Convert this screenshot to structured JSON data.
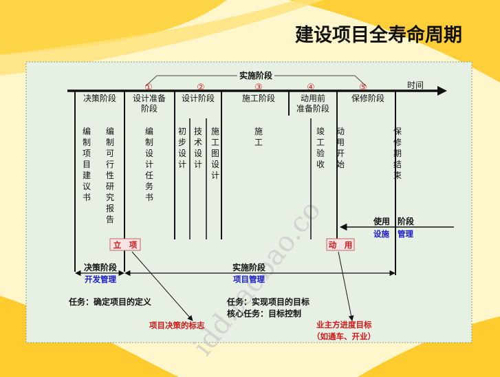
{
  "title": "建设项目全寿命周期",
  "top_bracket_label": "实施阶段",
  "time_label": "时间",
  "circled_numbers": [
    "①",
    "②",
    "③",
    "④",
    "⑤"
  ],
  "phases": [
    "决策阶段",
    "设计准备",
    "阶段",
    "设计阶段",
    "施工阶段",
    "动用前",
    "准备阶段",
    "保修阶段"
  ],
  "columns": {
    "c1": "编制项目建议书",
    "c2": "编制可行性研究报告",
    "c3": "编制设计任务书",
    "c4": "初步设计",
    "c5": "技术设计",
    "c6": "施工图设计",
    "c7": "施工",
    "c8": "竣工验收",
    "c9": "动用开始",
    "c10": "保修期结束"
  },
  "lixiang": "立　项",
  "dongyong": "动　用",
  "use_stage": {
    "label1": "使用",
    "label2": "阶段",
    "blue1": "设施",
    "blue2": "管理"
  },
  "bottom": {
    "decision": "决策阶段",
    "decision_blue": "开发管理",
    "implement": "实施阶段",
    "implement_blue": "项目管理"
  },
  "tasks": {
    "t1": "任务：确定项目的定义",
    "t2": "任务：实现项目的目标",
    "t3": "核心任务：目标控制"
  },
  "red_notes": {
    "r1": "项目决策的标志",
    "r2": "业主方进度目标",
    "r3": "（如通车、开业）"
  },
  "watermark": "idd.taobao.co",
  "colors": {
    "accent": "#ffc81e",
    "blue": "#1a1ad0",
    "red": "#d01818",
    "panel": "#e6f1e4"
  }
}
